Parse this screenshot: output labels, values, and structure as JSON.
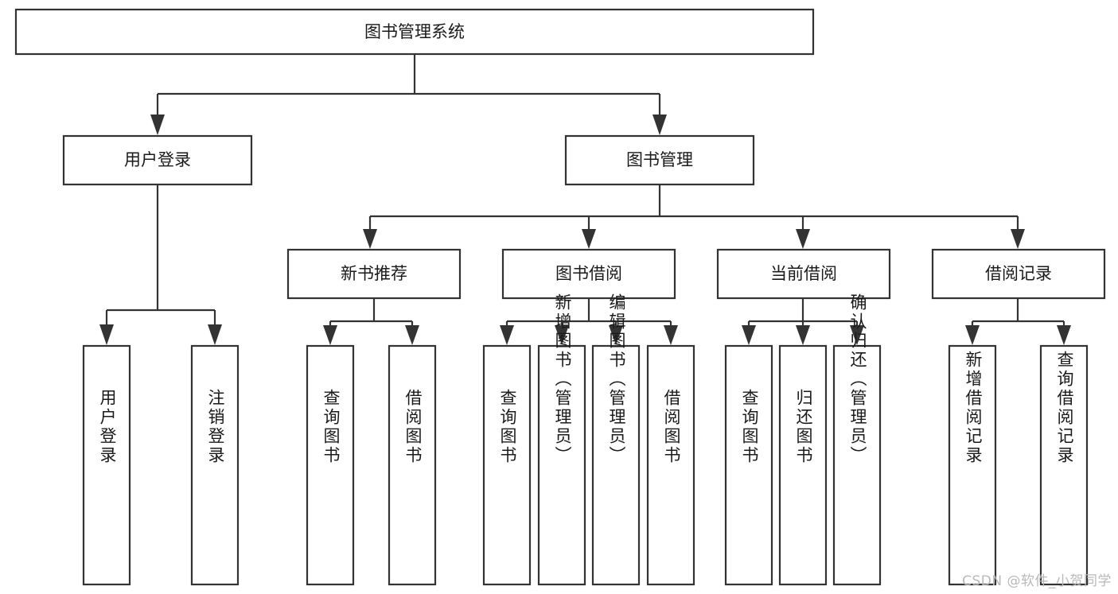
{
  "diagram": {
    "type": "tree",
    "orientation": "top-down",
    "title": "图书管理系统",
    "root": {
      "id": "root",
      "label": "图书管理系统"
    },
    "level1": [
      {
        "id": "user-login",
        "label": "用户登录"
      },
      {
        "id": "book-manage",
        "label": "图书管理"
      }
    ],
    "level2": [
      {
        "id": "new-book-rec",
        "label": "新书推荐",
        "parent": "book-manage"
      },
      {
        "id": "book-borrow",
        "label": "图书借阅",
        "parent": "book-manage"
      },
      {
        "id": "current-borrow",
        "label": "当前借阅",
        "parent": "book-manage"
      },
      {
        "id": "borrow-record",
        "label": "借阅记录",
        "parent": "book-manage"
      }
    ],
    "leaves": [
      {
        "id": "leaf-user-login",
        "label": "用户登录",
        "parent": "user-login"
      },
      {
        "id": "leaf-logout",
        "label": "注销登录",
        "parent": "user-login"
      },
      {
        "id": "leaf-query-book-1",
        "label": "查询图书",
        "parent": "new-book-rec"
      },
      {
        "id": "leaf-borrow-book-1",
        "label": "借阅图书",
        "parent": "new-book-rec"
      },
      {
        "id": "leaf-query-book-2",
        "label": "查询图书",
        "parent": "book-borrow"
      },
      {
        "id": "leaf-add-book",
        "label": "新增图书（管理员）",
        "parent": "book-borrow"
      },
      {
        "id": "leaf-edit-book",
        "label": "编辑图书（管理员）",
        "parent": "book-borrow"
      },
      {
        "id": "leaf-borrow-book-2",
        "label": "借阅图书",
        "parent": "book-borrow"
      },
      {
        "id": "leaf-query-book-3",
        "label": "查询图书",
        "parent": "current-borrow"
      },
      {
        "id": "leaf-return-book",
        "label": "归还图书",
        "parent": "current-borrow"
      },
      {
        "id": "leaf-confirm-return",
        "label": "确认归还（管理员）",
        "parent": "current-borrow"
      },
      {
        "id": "leaf-add-record",
        "label": "新增借阅记录",
        "parent": "borrow-record"
      },
      {
        "id": "leaf-query-record",
        "label": "查询借阅记录",
        "parent": "borrow-record"
      }
    ]
  },
  "watermark": {
    "text": "CSDN @软件_小贺同学"
  },
  "colors": {
    "box_stroke": "#333333",
    "box_fill": "#ffffff",
    "text": "#1a1a1a",
    "connector": "#333333",
    "watermark": "#b9b9b9",
    "background": "#ffffff"
  }
}
